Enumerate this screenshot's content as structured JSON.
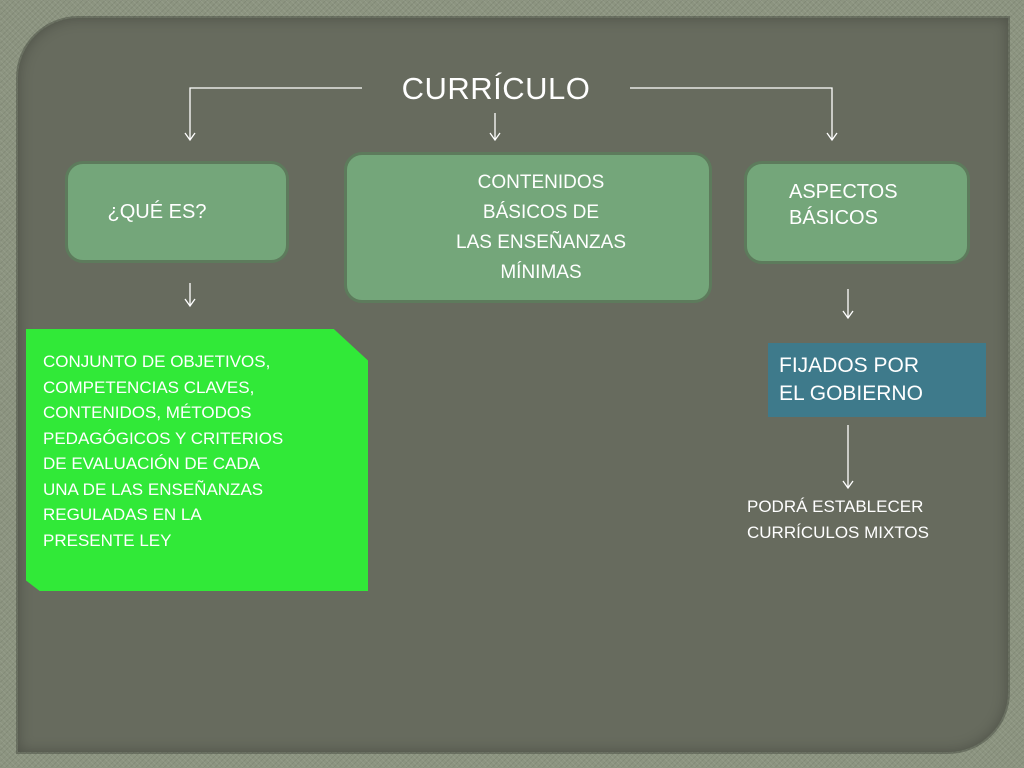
{
  "slide": {
    "title": "CURRÍCULO",
    "nodes": {
      "que_es": "¿QUÉ ES?",
      "contenidos": "CONTENIDOS\nBÁSICOS DE\nLAS ENSEÑANZAS\nMÍNIMAS",
      "aspectos": "ASPECTOS\nBÁSICOS",
      "definicion": "CONJUNTO DE OBJETIVOS,\nCOMPETENCIAS CLAVES,\nCONTENIDOS, MÉTODOS\nPEDAGÓGICOS Y CRITERIOS\nDE EVALUACIÓN DE CADA\nUNA DE LAS ENSEÑANZAS\nREGULADAS EN LA\nPRESENTE LEY",
      "fijados": "FIJADOS POR\nEL GOBIERNO",
      "podra": "PODRÁ ESTABLECER\nCURRÍCULOS MIXTOS"
    }
  },
  "colors": {
    "slide_background": "#676b5e",
    "rounded_box_fill": "#74a67a",
    "definition_box_fill": "#31e938",
    "government_box_fill": "#3e7a8b",
    "connector_line": "#ffffff"
  }
}
